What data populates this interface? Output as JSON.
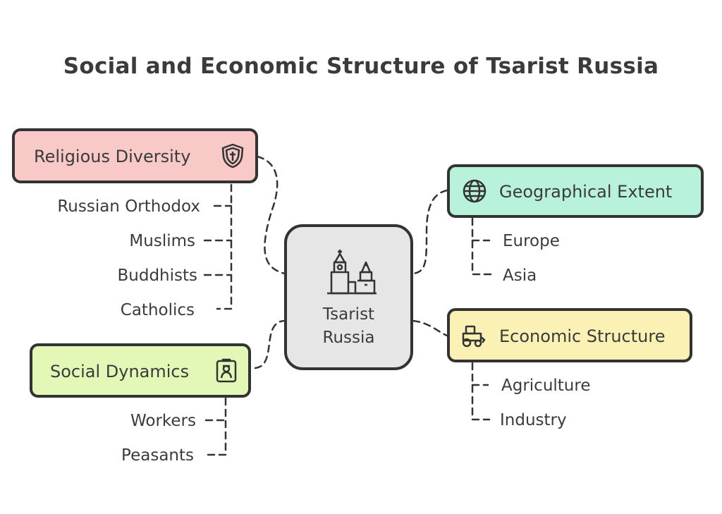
{
  "title": "Social and Economic Structure of Tsarist Russia",
  "center": {
    "line1": "Tsarist",
    "line2": "Russia",
    "icon": "kremlin-church-icon"
  },
  "branches": {
    "religious": {
      "label": "Religious Diversity",
      "icon": "shield-cross-icon",
      "color": "#f8c9c7",
      "items": [
        "Russian Orthodox",
        "Muslims",
        "Buddhists",
        "Catholics"
      ]
    },
    "social": {
      "label": "Social Dynamics",
      "icon": "worker-badge-icon",
      "color": "#e3f7b6",
      "items": [
        "Workers",
        "Peasants"
      ]
    },
    "geographical": {
      "label": "Geographical Extent",
      "icon": "globe-icon",
      "color": "#b9f2da",
      "items": [
        "Europe",
        "Asia"
      ]
    },
    "economic": {
      "label": "Economic Structure",
      "icon": "tractor-icon",
      "color": "#fbf1b4",
      "items": [
        "Agriculture",
        "Industry"
      ]
    }
  }
}
